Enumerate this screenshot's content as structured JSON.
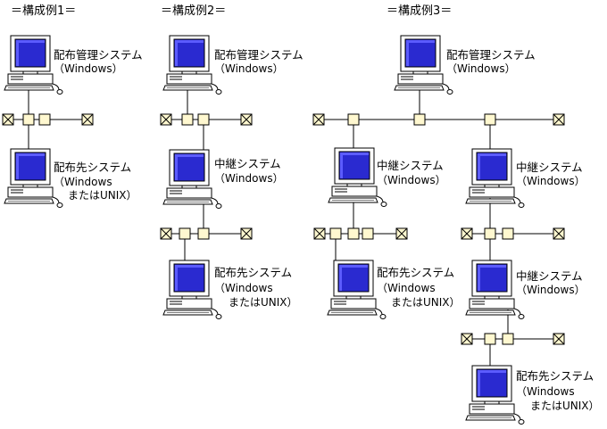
{
  "configs": [
    {
      "title": "＝構成例1＝",
      "nodes": [
        {
          "name": "配布管理システム",
          "detail": [
            "（Windows）"
          ]
        },
        {
          "name": "配布先システム",
          "detail": [
            "（Windows",
            "またはUNIX）"
          ]
        }
      ]
    },
    {
      "title": "＝構成例2＝",
      "nodes": [
        {
          "name": "配布管理システム",
          "detail": [
            "（Windows）"
          ]
        },
        {
          "name": "中継システム",
          "detail": [
            "（Windows）"
          ]
        },
        {
          "name": "配布先システム",
          "detail": [
            "（Windows",
            "またはUNIX）"
          ]
        }
      ]
    },
    {
      "title": "＝構成例3＝",
      "nodes": [
        {
          "name": "配布管理システム",
          "detail": [
            "（Windows）"
          ]
        },
        {
          "name": "中継システム",
          "detail": [
            "（Windows）"
          ]
        },
        {
          "name": "中継システム",
          "detail": [
            "（Windows）"
          ]
        },
        {
          "name": "配布先システム",
          "detail": [
            "（Windows",
            "またはUNIX）"
          ]
        },
        {
          "name": "中継システム",
          "detail": [
            "（Windows）"
          ]
        },
        {
          "name": "配布先システム",
          "detail": [
            "（Windows",
            "またはUNIX）"
          ]
        }
      ]
    }
  ],
  "colors": {
    "screen": "#2a2ad0",
    "connector": "#fff8d0",
    "line": "#000000"
  }
}
